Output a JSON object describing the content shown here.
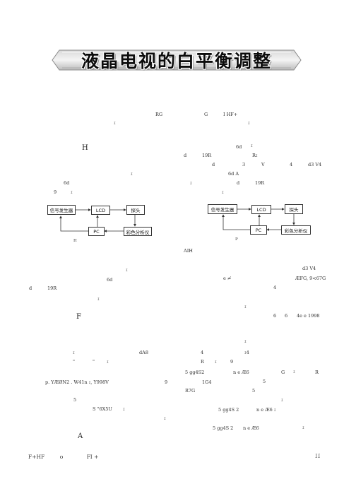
{
  "header": {
    "title": "液晶电视的白平衡调整"
  },
  "fragments": {
    "f01": "RG",
    "f02": "G",
    "f03": "I HF+",
    "f04": "፤",
    "f05": "፤",
    "f06": "H",
    "f07": "6d",
    "f08": "፤",
    "f09": "d",
    "f10": "19R",
    "f11": "R፤",
    "f12": "d",
    "f13": "3",
    "f14": "V",
    "f15": "4",
    "f16": "d3 V4",
    "f17": "፤",
    "f18": "6d A",
    "f19": "6d",
    "f20": "፤",
    "f21": "d",
    "f22": "19R",
    "f23": "9",
    "f24": "፤",
    "f25": "፤",
    "f26": "AIH",
    "f27": "፤",
    "f28": "d3 V4",
    "f29": "6d",
    "f30": "e ≉",
    "f31": "ÆFG, 9<67G",
    "f32": "d",
    "f33": "19R",
    "f34": "4",
    "f35": "፤",
    "f36": "፤",
    "f37": "F",
    "f38": "6",
    "f39": "6",
    "f40": "4e e 1998",
    "f41": "፤",
    "f42": "፤",
    "f43": "dA8",
    "f44": "4",
    "f45": "፤4",
    "f46": "\"",
    "f47": "\"",
    "f48": "፤",
    "f49": "R",
    "f50": "፤",
    "f51": "9",
    "f52": "5 gg4S2",
    "f53": "n e Æ6",
    "f54": "G",
    "f55": "፤",
    "f56": "R",
    "f57": "p. YÆØN2 . W41n ፤, Y998V",
    "f58": "9",
    "f59": "1G4",
    "f60": "5",
    "f61": "R7G",
    "f62": "5",
    "f63": "5",
    "f64": "፤",
    "f65": "S \"6X5U",
    "f66": "፤",
    "f67": "5 gg4S 2",
    "f68": "n e Æ6 ፤",
    "f69": "፤",
    "f70": "5 gg4S 2",
    "f71": "n e Æ6",
    "f72": "፤",
    "f73": "A"
  },
  "diagram_left": {
    "signal_generator": "信号发生器",
    "lcd": "LCD",
    "probe": "探头",
    "pc": "PC",
    "color_analyzer": "彩色分析仪",
    "caption": "H"
  },
  "diagram_right": {
    "signal_generator": "信号发生器",
    "lcd": "LCD",
    "probe": "探头",
    "pc": "PC",
    "color_analyzer": "彩色分析仪",
    "caption": "P"
  },
  "footer": {
    "left": "F+HF         o              FI +",
    "page_mark": "፤፤"
  }
}
